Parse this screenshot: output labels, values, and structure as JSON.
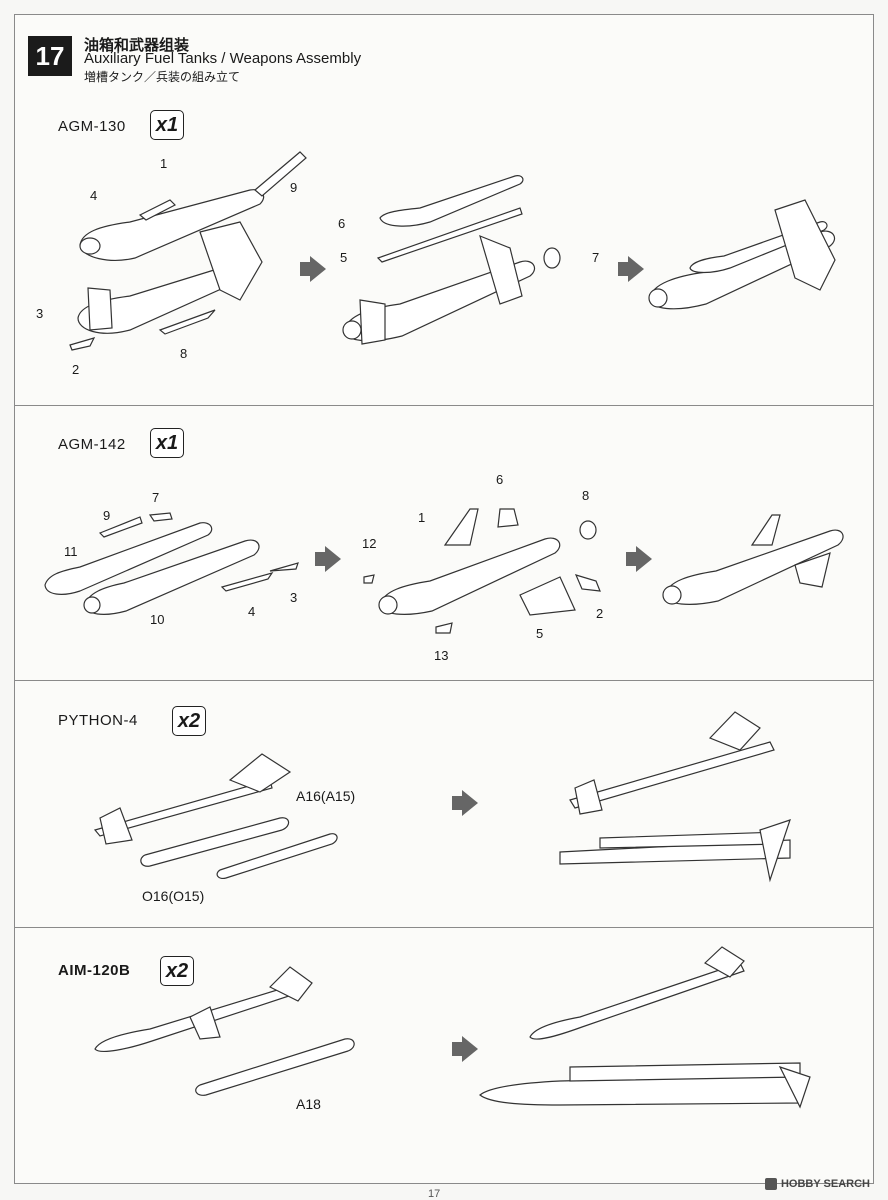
{
  "header": {
    "step_number": "17",
    "title_cn": "油箱和武器组装",
    "title_en": "Auxiliary Fuel Tanks / Weapons Assembly",
    "title_jp": "増槽タンク／兵装の組み立て"
  },
  "sections": [
    {
      "name": "AGM-130",
      "quantity": "x1",
      "callouts": [
        "1",
        "9",
        "4",
        "3",
        "2",
        "8",
        "6",
        "5",
        "7"
      ]
    },
    {
      "name": "AGM-142",
      "quantity": "x1",
      "callouts": [
        "7",
        "9",
        "11",
        "10",
        "4",
        "3",
        "6",
        "8",
        "1",
        "12",
        "13",
        "5",
        "2"
      ]
    },
    {
      "name": "PYTHON-4",
      "quantity": "x2",
      "part_labels": [
        "A16(A15)",
        "O16(O15)"
      ]
    },
    {
      "name": "AIM-120B",
      "quantity": "x2",
      "part_labels": [
        "A18"
      ]
    }
  ],
  "footer": {
    "logo_text": "HOBBY SEARCH",
    "page_number": "17"
  },
  "colors": {
    "ink": "#1b1b1b",
    "arrow": "#666666",
    "line": "#444444"
  }
}
